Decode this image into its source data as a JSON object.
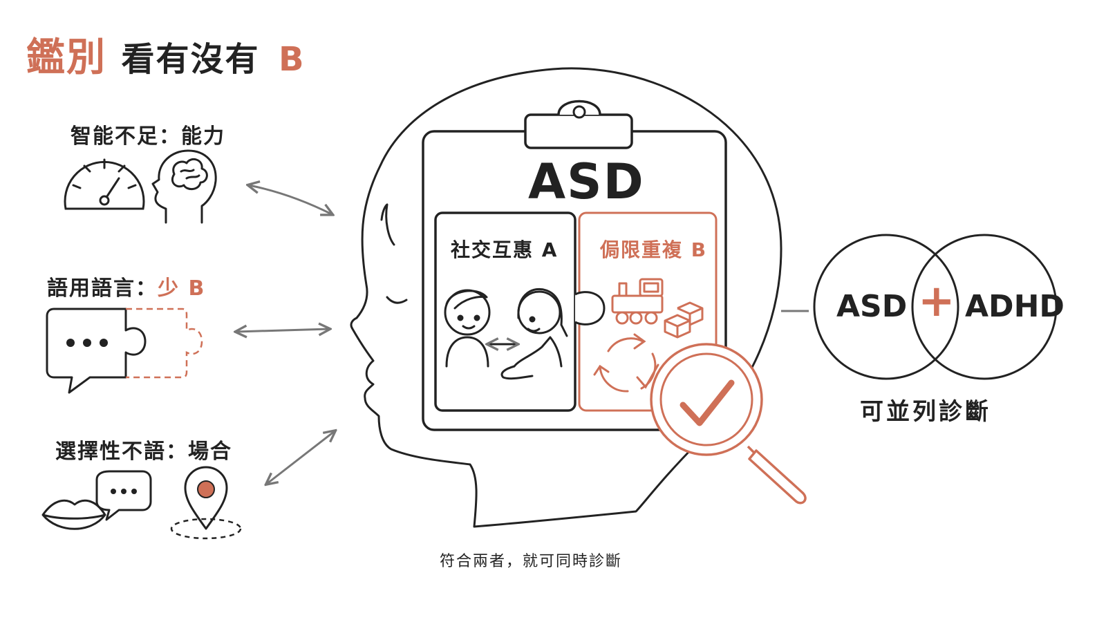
{
  "title": {
    "accent": "鑑別",
    "rest": "看有沒有",
    "highlight": "B"
  },
  "left_items": [
    {
      "label": "智能不足：能力",
      "highlight": ""
    },
    {
      "label": "語用語言：",
      "highlight": "少 B"
    },
    {
      "label": "選擇性不語：場合",
      "highlight": ""
    }
  ],
  "clipboard": {
    "heading": "ASD",
    "panel_a": "社交互惠 A",
    "panel_b": "侷限重複 B"
  },
  "venn": {
    "left": "ASD",
    "right": "ADHD",
    "symbol": "+",
    "caption": "可並列診斷"
  },
  "bottom_caption": "符合兩者，就可同時診斷",
  "colors": {
    "accent": "#cf7057",
    "ink": "#222222",
    "arrow": "#777777"
  },
  "icons": [
    "speedometer-icon",
    "brain-head-icon",
    "speech-bubble-puzzle-icon",
    "lips-icon",
    "chat-bubble-icon",
    "location-pin-icon",
    "children-icon",
    "train-icon",
    "blocks-icon",
    "cycle-arrows-icon",
    "magnifier-check-icon"
  ]
}
